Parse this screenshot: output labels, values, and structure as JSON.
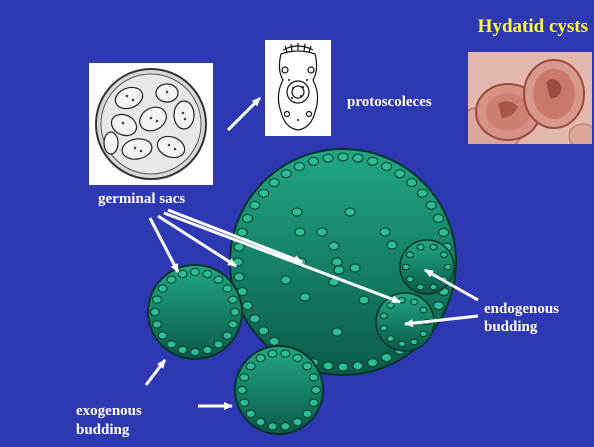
{
  "title": "Hydatid cysts",
  "labels": {
    "protoscoleces": "protoscoleces",
    "germinal_sacs": "germinal sacs",
    "endogenous": [
      "endogenous",
      "budding"
    ],
    "exogenous": [
      "exogenous",
      "budding"
    ]
  },
  "colors": {
    "background": "#2e38b3",
    "title": "#ffff33",
    "cyst_light": "#21a884",
    "cyst_dark": "#0a5a4a",
    "arrow": "#ffffff"
  }
}
